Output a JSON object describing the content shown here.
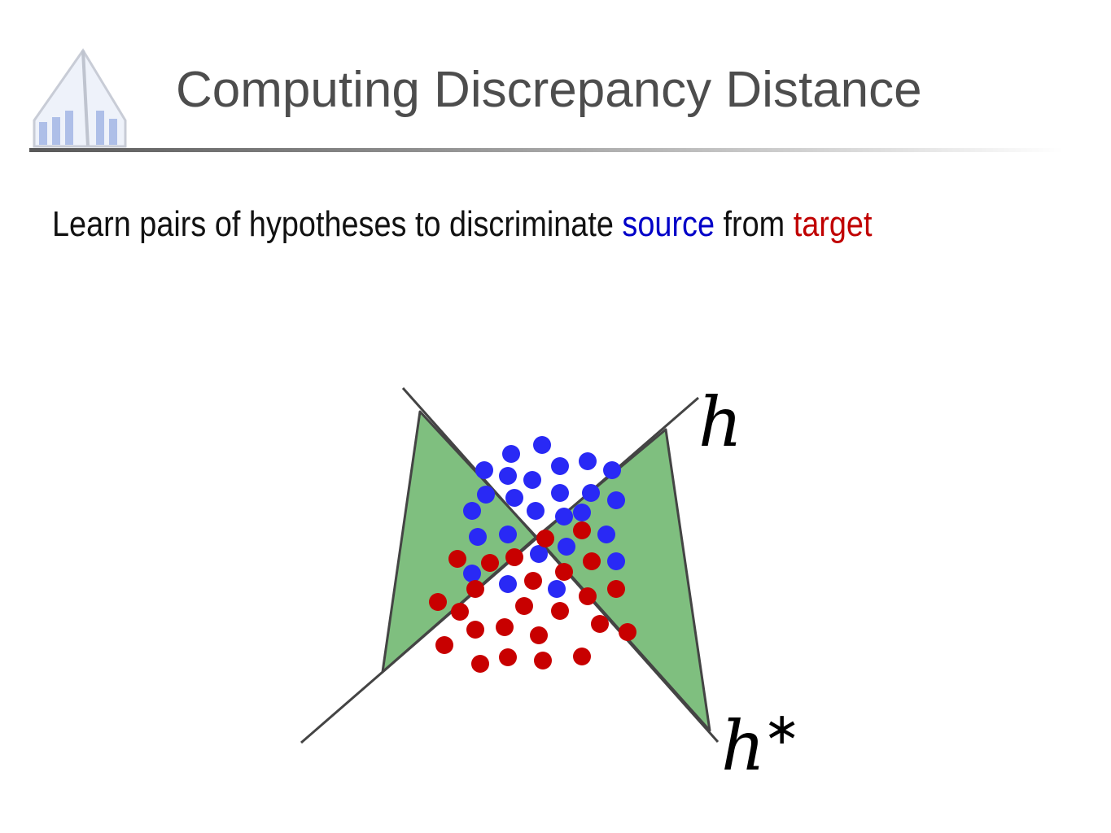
{
  "slide": {
    "title": "Computing Discrepancy Distance",
    "subtitle": {
      "part1": "Learn pairs of hypotheses to discriminate ",
      "source_word": "source",
      "part2": " from ",
      "target_word": "target"
    }
  },
  "diagram": {
    "label_h": "h",
    "label_h_star": "h",
    "label_star": "∗",
    "colors": {
      "source": "#2929f5",
      "target": "#c80000",
      "disagreement_region": "#7fbf7f",
      "lines": "#444444"
    },
    "icons": {
      "logo": "building-icon"
    }
  }
}
